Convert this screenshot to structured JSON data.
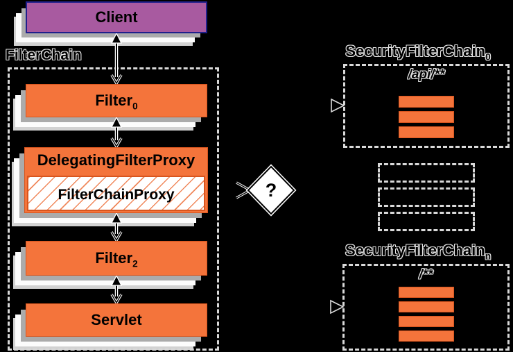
{
  "colors": {
    "orange": "#F4743B",
    "orange-border": "#D8551E",
    "purple": "#A85AA0",
    "purple-border": "#20208C",
    "sheet-gray": "#ABABAB",
    "dash": "#D9D9D9"
  },
  "left": {
    "client_label": "Client",
    "filterchain_label": "FilterChain",
    "filter0": {
      "base": "Filter",
      "sub": "0"
    },
    "delegating_label": "DelegatingFilterProxy",
    "filterchainproxy_label": "FilterChainProxy",
    "filter2": {
      "base": "Filter",
      "sub": "2"
    },
    "servlet_label": "Servlet"
  },
  "decision": {
    "label": "?"
  },
  "right": {
    "chain0": {
      "title": "SecurityFilterChain",
      "sub": "0",
      "pattern": "/api/**",
      "bars": 3
    },
    "ellipsis_bars": 3,
    "chainN": {
      "title": "SecurityFilterChain",
      "sub": "n",
      "pattern": "/**",
      "bars": 4
    }
  }
}
